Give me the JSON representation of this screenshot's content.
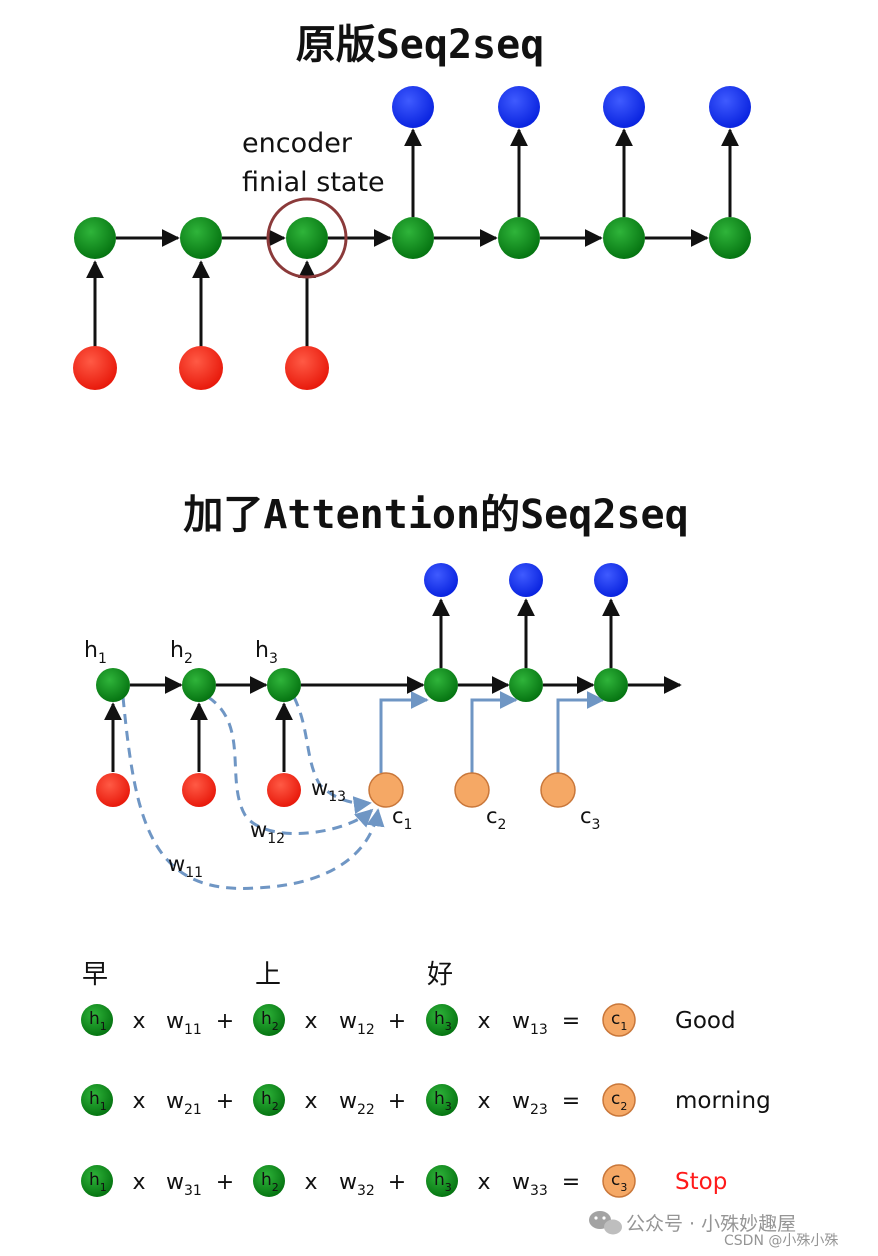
{
  "titles": {
    "original": "原版Seq2seq",
    "attention": "加了Attention的Seq2seq"
  },
  "encoder_note": {
    "line1": "encoder",
    "line2": "finial state"
  },
  "hidden_labels": [
    {
      "base": "h",
      "sub": "1"
    },
    {
      "base": "h",
      "sub": "2"
    },
    {
      "base": "h",
      "sub": "3"
    }
  ],
  "context_labels": [
    {
      "base": "c",
      "sub": "1"
    },
    {
      "base": "c",
      "sub": "2"
    },
    {
      "base": "c",
      "sub": "3"
    }
  ],
  "weight_labels": [
    {
      "base": "w",
      "sub": "13"
    },
    {
      "base": "w",
      "sub": "12"
    },
    {
      "base": "w",
      "sub": "11"
    }
  ],
  "source_words": [
    "早",
    "上",
    "好"
  ],
  "equations": [
    {
      "h": [
        "1",
        "2",
        "3"
      ],
      "w": [
        "11",
        "12",
        "13"
      ],
      "c": "1",
      "output": "Good",
      "output_color": "#111111"
    },
    {
      "h": [
        "1",
        "2",
        "3"
      ],
      "w": [
        "21",
        "22",
        "23"
      ],
      "c": "2",
      "output": "morning",
      "output_color": "#111111"
    },
    {
      "h": [
        "1",
        "2",
        "3"
      ],
      "w": [
        "31",
        "32",
        "33"
      ],
      "c": "3",
      "output": "Stop",
      "output_color": "#ff1a1a"
    }
  ],
  "symbols": {
    "times": "x",
    "plus": "+",
    "equals": "=",
    "h": "h",
    "w": "w",
    "c": "c"
  },
  "watermark": {
    "line1": "公众号 · 小殊妙趣屋",
    "line2": "CSDN @小殊小殊"
  },
  "colors": {
    "encoder_green": "#0a8a1a",
    "input_red": "#ff2a1a",
    "output_blue": "#1433ff",
    "context_orange": "#f5a865",
    "attention_blue": "#6f96c4",
    "highlight_circle": "#8b3a3a"
  }
}
